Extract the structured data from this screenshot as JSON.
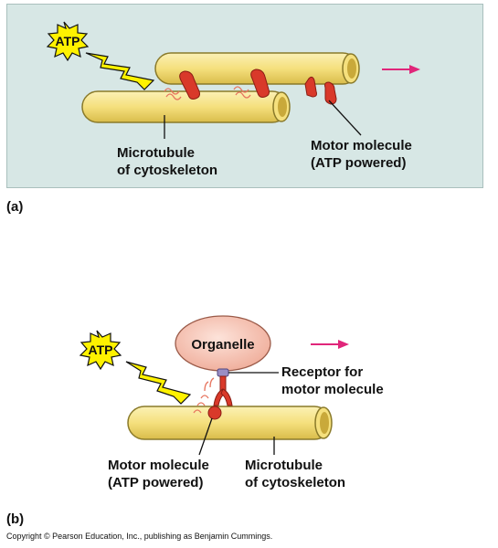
{
  "panel_a": {
    "letter": "(a)",
    "atp_label": "ATP",
    "microtubule_label_line1": "Microtubule",
    "microtubule_label_line2": "of cytoskeleton",
    "motor_label_line1": "Motor molecule",
    "motor_label_line2": "(ATP powered)"
  },
  "panel_b": {
    "letter": "(b)",
    "atp_label": "ATP",
    "organelle_label": "Organelle",
    "receptor_label_line1": "Receptor for",
    "receptor_label_line2": "motor molecule",
    "motor_label_line1": "Motor molecule",
    "motor_label_line2": "(ATP powered)",
    "microtubule_label_line1": "Microtubule",
    "microtubule_label_line2": "of cytoskeleton"
  },
  "copyright": "Copyright © Pearson Education, Inc., publishing as Benjamin Cummings.",
  "colors": {
    "panel_bg": "#d7e7e5",
    "tube_fill": "#f7e79a",
    "tube_stroke": "#8a7a2a",
    "motor_red": "#d9392a",
    "arrow_magenta": "#e0267a",
    "atp_yellow": "#fff200",
    "organelle_pink": "#f6c4b6",
    "receptor_purple": "#9a8ec4"
  }
}
